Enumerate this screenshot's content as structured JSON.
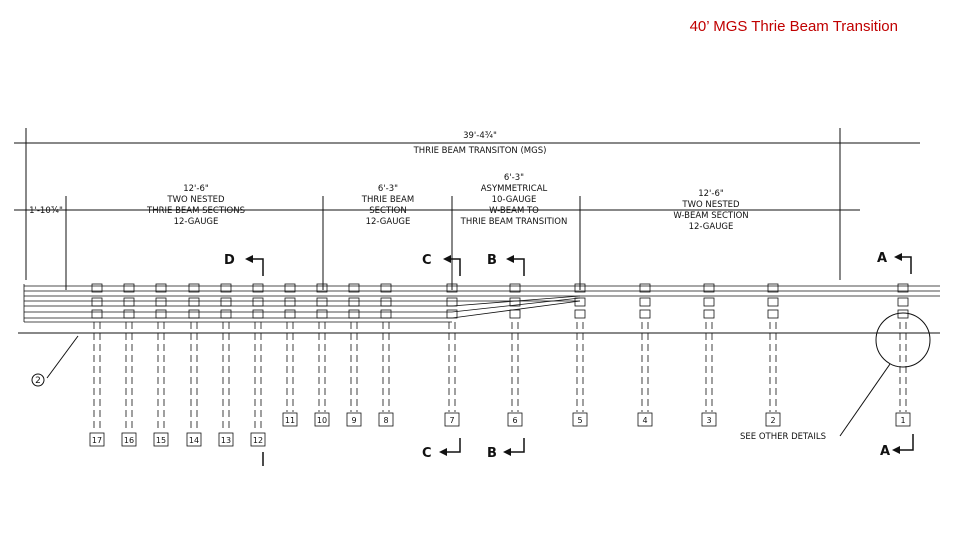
{
  "slide_title": "40’ MGS Thrie Beam Transition",
  "overall": {
    "length": "39'-4¾\"",
    "label": "THRIE BEAM TRANSITON (MGS)"
  },
  "left_dim": "1'-10¾\"",
  "segments": [
    {
      "length": "12'-6\"",
      "lines": [
        "TWO NESTED",
        "THRIE BEAM SECTIONS",
        "12-GAUGE"
      ]
    },
    {
      "length": "6'-3\"",
      "lines": [
        "THRIE BEAM",
        "SECTION",
        "12-GAUGE"
      ]
    },
    {
      "length": "6'-3\"",
      "lines": [
        "ASYMMETRICAL",
        "10-GAUGE",
        "W-BEAM TO",
        "THRIE BEAM TRANSITION"
      ]
    },
    {
      "length": "12'-6\"",
      "lines": [
        "TWO NESTED",
        "W-BEAM SECTION",
        "12-GAUGE"
      ]
    }
  ],
  "section_markers": {
    "D": "D",
    "C": "C",
    "B": "B",
    "A": "A"
  },
  "posts": [
    "17",
    "16",
    "15",
    "14",
    "13",
    "12",
    "11",
    "10",
    "9",
    "8",
    "7",
    "6",
    "5",
    "4",
    "3",
    "2",
    "1"
  ],
  "callout_number": "2",
  "see_other_details": "SEE OTHER DETAILS"
}
